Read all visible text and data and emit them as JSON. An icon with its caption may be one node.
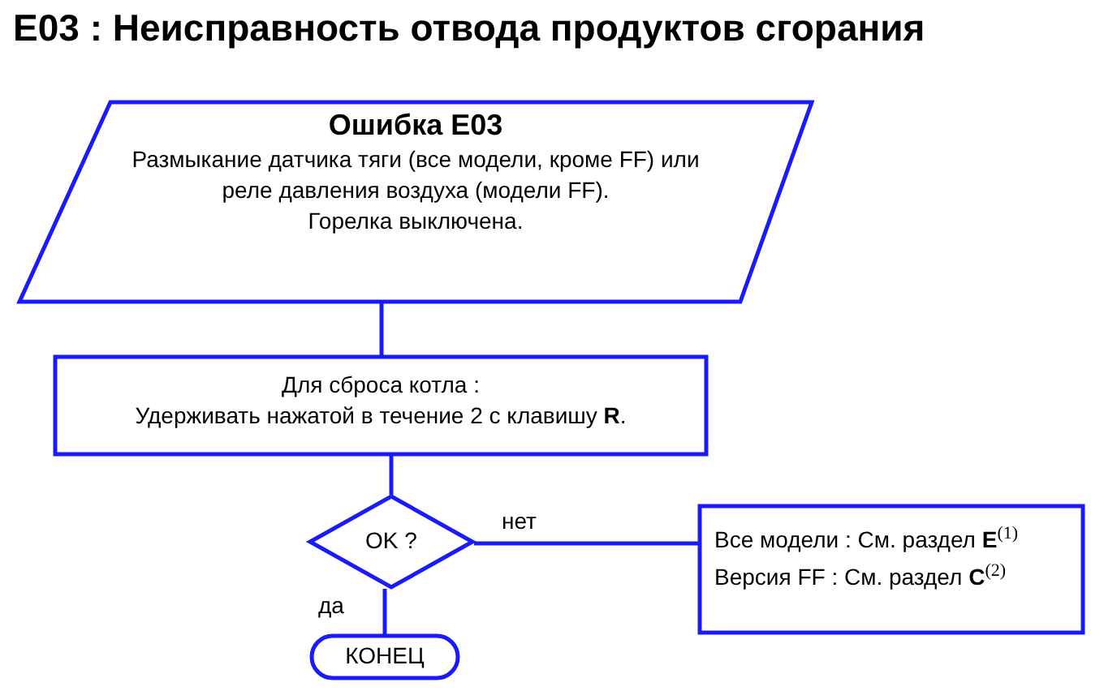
{
  "diagram": {
    "title": "E03 : Неисправность отвода продуктов сгорания",
    "nodes": [
      {
        "text": [
          "Ошибка E03",
          "Размыкание датчика тяги (все модели, кроме FF) или реле давления воздуха (модели FF).",
          "Горелка выключена."
        ]
      },
      {
        "text": [
          "Для сброса котла :",
          "Удерживать нажатой в течение 2 с клавишу **R**."
        ]
      },
      {
        "text": [
          "OK ?"
        ]
      },
      {
        "text": [
          "Все модели : См. раздел **E**$^{(1)}$",
          "Версия FF : См. раздел **C**$^{(2)}$"
        ]
      },
      {
        "text": [
          "КОНЕЦ"
        ]
      }
    ],
    "edges": [
      {
        "from": 0,
        "to": 1,
        "arrow": "none"
      },
      {
        "from": 1,
        "to": 2,
        "arrow": "none"
      },
      {
        "from": 2,
        "to": 3,
        "label": "нет",
        "arrow": "none"
      },
      {
        "from": 2,
        "to": 4,
        "label": "да",
        "arrow": "none"
      }
    ]
  }
}
